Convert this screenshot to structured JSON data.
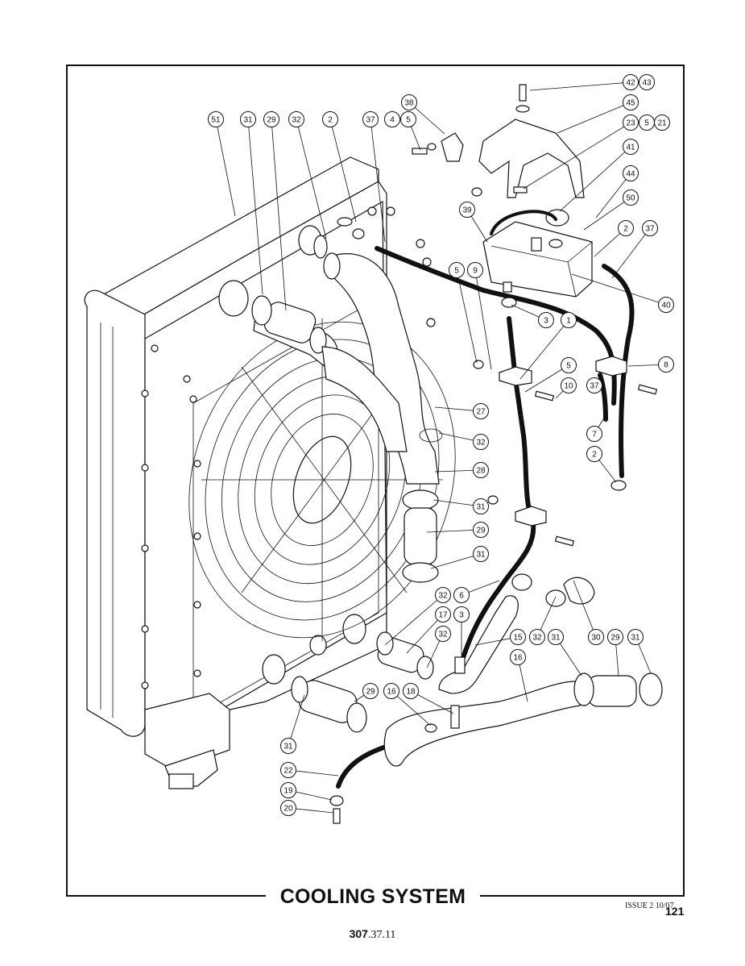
{
  "title": "COOLING SYSTEM",
  "issue": "ISSUE 2 10/07",
  "page_number": "121",
  "doc_ref_bold": "307",
  "doc_ref_rest": ".37.11",
  "callouts": [
    {
      "label": "51"
    },
    {
      "label": "31"
    },
    {
      "label": "29"
    },
    {
      "label": "32"
    },
    {
      "label": "2"
    },
    {
      "label": "37"
    },
    {
      "label": "4"
    },
    {
      "label": "5"
    },
    {
      "label": "38"
    },
    {
      "label": "42"
    },
    {
      "label": "43"
    },
    {
      "label": "45"
    },
    {
      "label": "23"
    },
    {
      "label": "5"
    },
    {
      "label": "21"
    },
    {
      "label": "41"
    },
    {
      "label": "44"
    },
    {
      "label": "50"
    },
    {
      "label": "39"
    },
    {
      "label": "2"
    },
    {
      "label": "37"
    },
    {
      "label": "5"
    },
    {
      "label": "9"
    },
    {
      "label": "40"
    },
    {
      "label": "3"
    },
    {
      "label": "1"
    },
    {
      "label": "8"
    },
    {
      "label": "5"
    },
    {
      "label": "10"
    },
    {
      "label": "37"
    },
    {
      "label": "7"
    },
    {
      "label": "2"
    },
    {
      "label": "27"
    },
    {
      "label": "32"
    },
    {
      "label": "28"
    },
    {
      "label": "31"
    },
    {
      "label": "29"
    },
    {
      "label": "31"
    },
    {
      "label": "32"
    },
    {
      "label": "6"
    },
    {
      "label": "17"
    },
    {
      "label": "3"
    },
    {
      "label": "32"
    },
    {
      "label": "15"
    },
    {
      "label": "32"
    },
    {
      "label": "31"
    },
    {
      "label": "30"
    },
    {
      "label": "29"
    },
    {
      "label": "31"
    },
    {
      "label": "16"
    },
    {
      "label": "29"
    },
    {
      "label": "16"
    },
    {
      "label": "18"
    },
    {
      "label": "31"
    },
    {
      "label": "22"
    },
    {
      "label": "19"
    },
    {
      "label": "20"
    }
  ]
}
